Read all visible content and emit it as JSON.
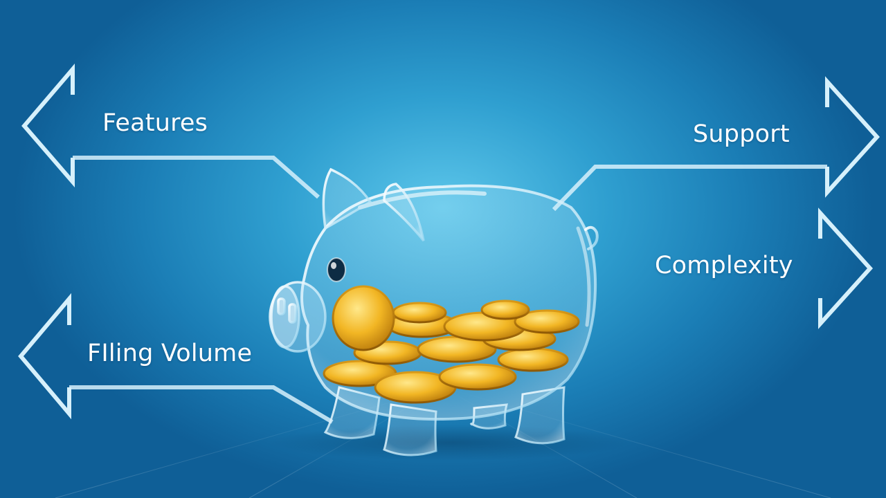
{
  "labels": {
    "features": "Features",
    "filing_volume": "FIling Volume",
    "support": "Support",
    "complexity": "Complexity"
  },
  "colors": {
    "background_center": "#5cc6ea",
    "background_edge": "#0f5f97",
    "arrow_outline": "#d6f0fb",
    "coin_gold": "#f2b624",
    "coin_highlight": "#ffe07a",
    "glass": "#cfeefb"
  },
  "icons": {
    "central_image": "glass-piggy-bank-with-gold-coins-icon"
  }
}
